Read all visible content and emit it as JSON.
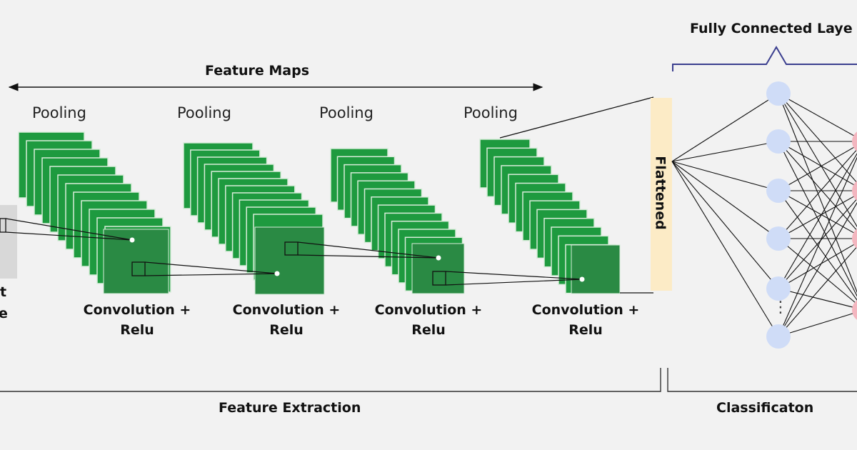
{
  "labels": {
    "feature_maps": "Feature Maps",
    "pooling": [
      "Pooling",
      "Pooling",
      "Pooling",
      "Pooling"
    ],
    "convolution": [
      {
        "line1": "Convolution +",
        "line2": "Relu"
      },
      {
        "line1": "Convolution +",
        "line2": "Relu"
      },
      {
        "line1": "Convolution +",
        "line2": "Relu"
      },
      {
        "line1": "Convolution +",
        "line2": "Relu"
      }
    ],
    "flattened": "Flattened",
    "fully_connected": "Fully Connected Laye",
    "feature_extraction": "Feature Extraction",
    "classification": "Classificaton",
    "input_partial_1": "t",
    "input_partial_2": "e",
    "ellipsis": "⋮"
  },
  "colors": {
    "background": "#f2f2f2",
    "feature_map_fill": "#1e9a3f",
    "feature_map_edge": "#d7ecd9",
    "front_map": "#2a8a44",
    "flattened_bar": "#fcebc6",
    "input_node": "#cfdcf7",
    "output_node": "#f3b6bf",
    "bracket": "#3b3f8f"
  }
}
